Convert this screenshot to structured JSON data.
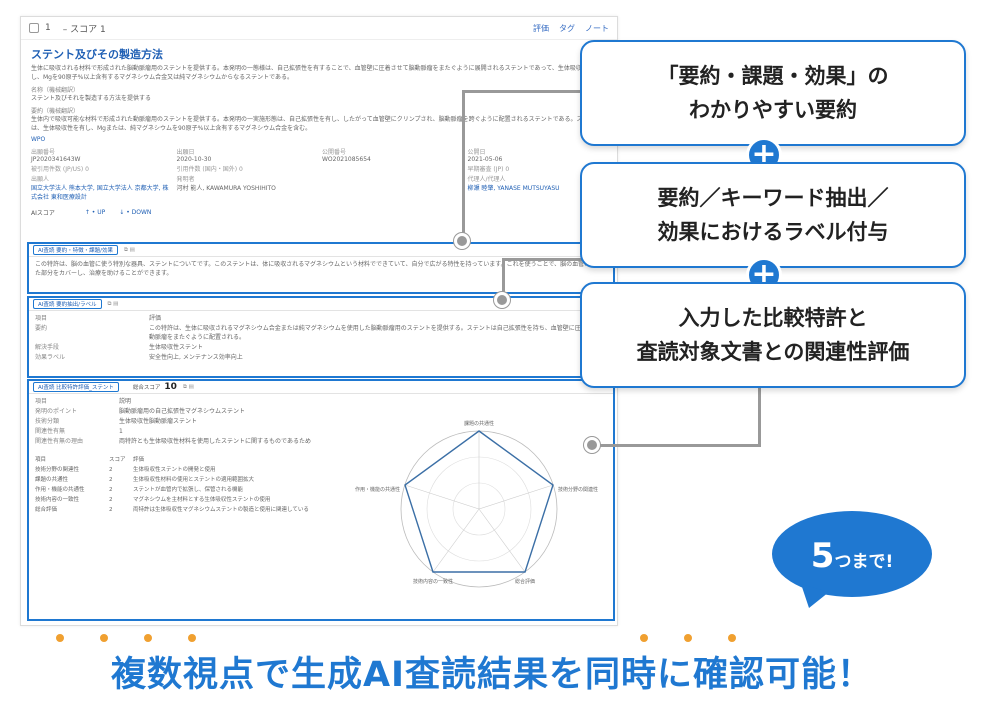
{
  "screenshot": {
    "topbar": {
      "checkbox_num": "1",
      "score_label": "– スコア 1",
      "actions": [
        "評価",
        "タグ",
        "ノート"
      ]
    },
    "title": "ステント及びその製造方法",
    "abstract": "生体に吸収される材料で形成された脳動脈瘤用のステントを提供する。本発明の一態様は、自己拡張性を有することで、血管壁に圧着させて脳動脈瘤をまたぐように展開されるステントであって、生体吸収性を有し、Mgを90原子%以上含有するマグネシウム合金又は純マグネシウムからなるステントである。",
    "machine_title_label": "名称（機械翻訳）",
    "machine_title": "ステント及びそれを製造する方法を提供する",
    "machine_abstract_label": "要約（機械翻訳）",
    "machine_abstract": "生体内で吸収可能な材料で形成された動脈瘤用のステントを提供する。本発明の一実施形態は、自己拡張性を有し、したがって血管壁にクリンプされ、脳動脈瘤を跨ぐように配置されるステントである。ステントは、生体吸収性を有し、Mgまたは、純マグネシウムを90原子%以上含有するマグネシウム合金を含む。",
    "wipo": "WPO",
    "meta": [
      {
        "k": "出願番号",
        "v": "JP2020341643W"
      },
      {
        "k": "出願日",
        "v": "2020-10-30"
      },
      {
        "k": "公開番号",
        "v": "WO2021085654"
      },
      {
        "k": "公開日",
        "v": "2021-05-06"
      },
      {
        "k": "被引用件数 (JP/US) 0",
        "v": ""
      },
      {
        "k": "引用件数 (国内・国外) 0",
        "v": ""
      },
      {
        "k": "",
        "v": ""
      },
      {
        "k": "早期審査 (JP) 0",
        "v": ""
      },
      {
        "k": "出願人",
        "v": "国立大学法人 熊本大学, 国立大学法人 京都大学, 株式会社 東和医療設計"
      },
      {
        "k": "発明者",
        "v": "河村 能人, KAWAMURA YOSHIHITO"
      },
      {
        "k": "",
        "v": ""
      },
      {
        "k": "代理人/代理人",
        "v": "柳瀬 睦肇, YANASE MUTSUYASU"
      }
    ],
    "ai_score_label": "AIスコア",
    "ai_up": "↑ • UP",
    "ai_down": "↓ • DOWN"
  },
  "panel1": {
    "tab": "AI査読 要約・特徴・課題/効果",
    "text": "この特許は、脳の血管に使う特別な器具、ステントについてです。このステントは、体に吸収されるマグネシウムという材料でできていて、自分で広がる特性を持っています。これを使うことで、脳の血管の膨れた部分をカバーし、治療を助けることができます。"
  },
  "panel2": {
    "tab": "AI査読 要約抽出/ラベル",
    "rows": [
      {
        "k": "項目",
        "v": "評価"
      },
      {
        "k": "要約",
        "v": "この特許は、生体に吸収されるマグネシウム合金または純マグネシウムを使用した脳動脈瘤用のステントを提供する。ステントは自己拡張性を持ち、血管壁に圧着して脳動脈瘤をまたぐように配置される。"
      },
      {
        "k": "解決手段",
        "v": "生体吸収性ステント"
      },
      {
        "k": "効果ラベル",
        "v": "安全性向上, メンテナンス効率向上"
      }
    ]
  },
  "panel3": {
    "tab": "AI査読 比較特許評価_ステント",
    "score_label": "総合スコア",
    "score": "10",
    "rows": [
      {
        "k": "項目",
        "v": "説明"
      },
      {
        "k": "発明のポイント",
        "v": "脳動脈瘤用の自己拡張性マグネシウムステント"
      },
      {
        "k": "技術分類",
        "v": "生体吸収性脳動脈瘤ステント"
      },
      {
        "k": "関連性有無",
        "v": "1"
      },
      {
        "k": "関連性有無の理由",
        "v": "両特許とも生体吸収性材料を使用したステントに関するものであるため"
      }
    ],
    "score_rows": [
      {
        "k": "項目",
        "s": "スコア",
        "v": "評価"
      },
      {
        "k": "技術分野の関連性",
        "s": "2",
        "v": "生体吸収性ステントの開発と使用"
      },
      {
        "k": "課題の共通性",
        "s": "2",
        "v": "生体吸収性材料の使用とステントの適用範囲拡大"
      },
      {
        "k": "作用・機能の共通性",
        "s": "2",
        "v": "ステントが血管内で拡張し、保管される機能"
      },
      {
        "k": "技術内容の一致性",
        "s": "2",
        "v": "マグネシウムを主材料とする生体吸収性ステントの使用"
      },
      {
        "k": "総合評価",
        "s": "2",
        "v": "両特許は生体吸収性マグネシウムステントの製造と使用に関連している"
      }
    ],
    "radar_labels": [
      "課題の共通性",
      "技術分野の関連性",
      "総合評価",
      "技術内容の一致性",
      "作用・機能の共通性"
    ]
  },
  "callouts": [
    {
      "lines": [
        "「要約・課題・効果」の",
        "わかりやすい要約"
      ]
    },
    {
      "lines": [
        "要約／キーワード抽出／",
        "効果におけるラベル付与"
      ]
    },
    {
      "lines": [
        "入力した比較特許と",
        "査読対象文書との関連性評価"
      ]
    }
  ],
  "plus_symbol": "+",
  "bubble": {
    "big": "5",
    "small": "つまで!"
  },
  "headline": "複数視点で生成AI査読結果を同時に確認可能！",
  "colors": {
    "accent": "#1f78d1",
    "connector": "#999999",
    "emphasis_dots": "#f0a030"
  }
}
